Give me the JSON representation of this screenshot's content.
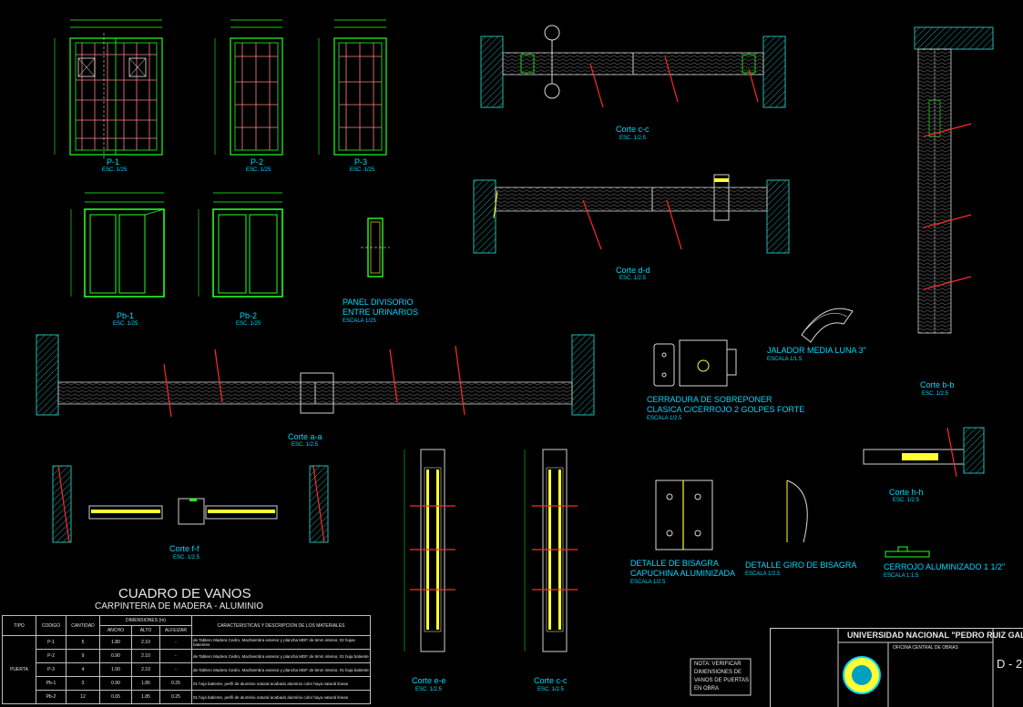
{
  "doors_top": [
    {
      "code": "P-1",
      "scale": "ESC. 1/25"
    },
    {
      "code": "P-2",
      "scale": "ESC. 1/25"
    },
    {
      "code": "P-3",
      "scale": "ESC. 1/25"
    }
  ],
  "doors_glass": [
    {
      "code": "Pb-1",
      "scale": "ESC. 1/25"
    },
    {
      "code": "Pb-2",
      "scale": "ESC. 1/25"
    }
  ],
  "panel": {
    "title_line1": "PANEL DIVISORIO",
    "title_line2": "ENTRE URINARIOS",
    "scale": "ESCALA 1/25"
  },
  "sections": {
    "aa": {
      "label": "Corte a-a",
      "scale": "ESC. 1/2.5"
    },
    "dd": {
      "label": "Corte d-d",
      "scale": "ESC. 1/2.5"
    },
    "ee": {
      "label": "Corte e-e",
      "scale": "ESC. 1/2.5"
    },
    "ff": {
      "label": "Corte f-f",
      "scale": "ESC. 1/2.5"
    },
    "bb": {
      "label": "Corte b-b",
      "scale": "ESC. 1/2.5"
    },
    "hh": {
      "label": "Corte h-h",
      "scale": "ESC. 1/2.5"
    },
    "cc1": {
      "label": "Corte c-c",
      "scale": "ESC. 1/2.5"
    },
    "cc2": {
      "label": "Corte c-c",
      "scale": "ESC. 1/2.5"
    }
  },
  "details": {
    "lock_line1": "CERRADURA DE SOBREPONER",
    "lock_line2": "CLASICA C/CERROJO 2 GOLPES FORTE",
    "lock_scale": "ESCALA 1/2.5",
    "handle": "JALADOR MEDIA LUNA 3\"",
    "handle_scale": "ESCALA 1/1.5",
    "hinge_line1": "DETALLE DE BISAGRA",
    "hinge_line2": "CAPUCHINA ALUMINIZADA",
    "hinge_scale": "ESCALA 1/2.5",
    "hinge_turn": "DETALLE GIRO DE BISAGRA",
    "hinge_turn_scale": "ESCALA 1/2.5",
    "bolt": "CERROJO ALUMINIZADO 1 1/2\"",
    "bolt_scale": "ESCALA 1:1.5"
  },
  "cuadro": {
    "title": "CUADRO DE VANOS",
    "subtitle": "CARPINTERIA DE MADERA - ALUMINIO",
    "headers": {
      "tipo": "TIPO",
      "codigo": "CODIGO",
      "cantidad": "CANTIDAD",
      "dimensiones": "DIMENSIONES (m)",
      "ancho": "ANCHO",
      "alto": "ALTO",
      "alfeizar": "ALFEIZAR",
      "caracteristicas": "CARACTERISTICAS Y DESCRIPCION DE LOS MATERIALES"
    },
    "tipo_value": "PUERTA",
    "rows": [
      {
        "codigo": "P-1",
        "cantidad": "5",
        "ancho": "1.80",
        "alto": "2.10",
        "alfeizar": "-",
        "desc": "de Tablero Madera Cedro, Machiembra exterior y plancha MDF de 6mm interior, 02 hojas batientes"
      },
      {
        "codigo": "P-2",
        "cantidad": "9",
        "ancho": "0.90",
        "alto": "2.10",
        "alfeizar": "-",
        "desc": "de Tablero Madera Cedro, Machiembra exterior y plancha MDF de 6mm interior, 01 hoja batiente"
      },
      {
        "codigo": "P-3",
        "cantidad": "4",
        "ancho": "1.00",
        "alto": "2.10",
        "alfeizar": "-",
        "desc": "de Tablero Madera Cedro, Machiembra exterior y plancha MDF de 6mm interior, 01 hoja batiente"
      },
      {
        "codigo": "Pb-1",
        "cantidad": "3",
        "ancho": "0.90",
        "alto": "1.85",
        "alfeizar": "0.25",
        "desc": "01 hoja batiente, perfil de aluminio natural acabado aluminio color haya natural lineas"
      },
      {
        "codigo": "Pb-2",
        "cantidad": "12",
        "ancho": "0.65",
        "alto": "1.85",
        "alfeizar": "0.25",
        "desc": "01 hoja batiente, perfil de aluminio natural acabado aluminio color haya natural lineas"
      }
    ]
  },
  "nota": {
    "line1": "NOTA: VERIFICAR",
    "line2": "DIMENSIONES DE",
    "line3": "VANOS DE PUERTAS",
    "line4": "EN OBRA"
  },
  "titleblock": {
    "university": "UNIVERSIDAD NACIONAL \"PEDRO RUIZ GALLO\"",
    "office": "OFICINA CENTRAL DE OBRAS",
    "sheet": "D - 2"
  },
  "colors": {
    "cyan": "#00d8ff",
    "green": "#22ff22",
    "red": "#ff2a2a",
    "yellow": "#ffff33",
    "white": "#e8e8e8",
    "wall": "#1fb8b0"
  }
}
